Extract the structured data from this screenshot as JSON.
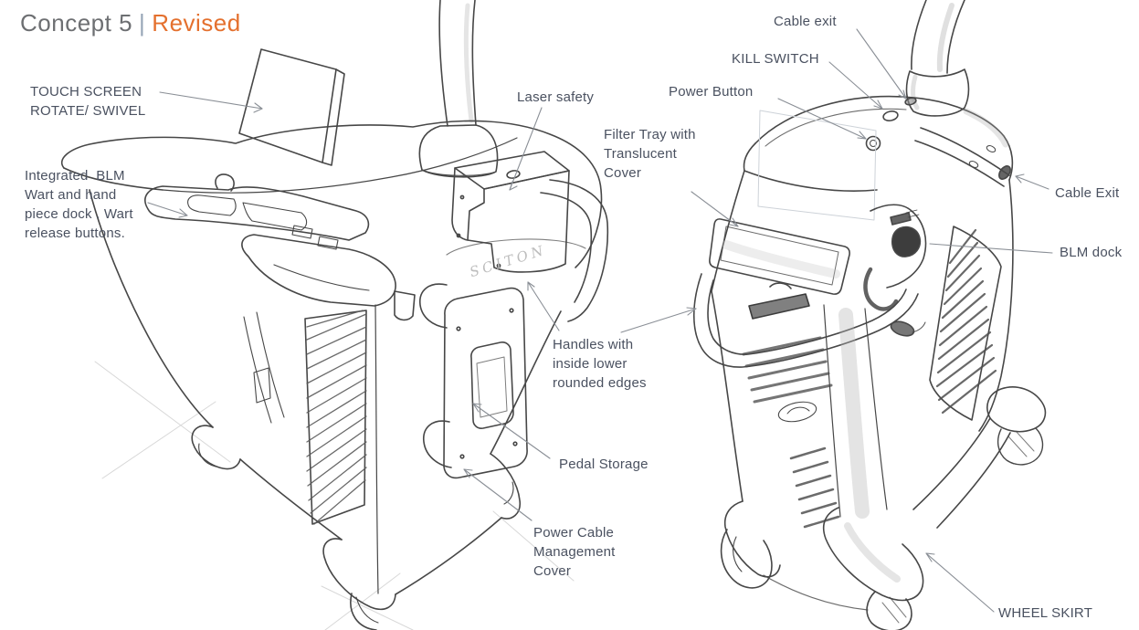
{
  "title": {
    "main": "Concept 5",
    "separator": "|",
    "highlight": "Revised"
  },
  "colors": {
    "accent_orange": "#e4702e",
    "title_gray": "#6d6f72",
    "separator_blue_gray": "#95a4b6",
    "annotation_text": "#4a5160",
    "sketch_line": "#474747"
  },
  "sketch": {
    "handwritten_brand": "SCITON"
  },
  "annotations": {
    "touch_screen": "TOUCH SCREEN\nROTATE/ SWIVEL",
    "integrated_blm_dock": "Integrated  BLM\nWart and hand\npiece dock . Wart\nrelease buttons.",
    "laser_safety": "Laser safety",
    "cable_exit_top": "Cable exit",
    "kill_switch": "KILL SWITCH",
    "power_button": "Power Button",
    "filter_tray": "Filter Tray with\nTranslucent\nCover",
    "cable_exit_right": "Cable Exit",
    "blm_dock": "BLM dock",
    "handles": "Handles with\ninside lower\nrounded edges",
    "pedal_storage": "Pedal Storage",
    "power_cable_cover": "Power Cable\nManagement\nCover",
    "wheel_skirt": "WHEEL SKIRT"
  }
}
